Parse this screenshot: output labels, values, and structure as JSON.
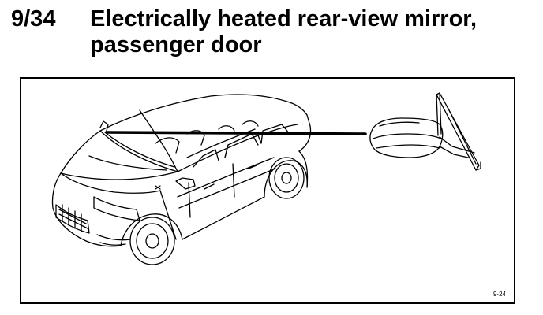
{
  "header": {
    "ref_number": "9/34",
    "title_line1": "Electrically heated rear-view mirror,",
    "title_line2": "passenger door"
  },
  "figure": {
    "code": "9-24"
  }
}
